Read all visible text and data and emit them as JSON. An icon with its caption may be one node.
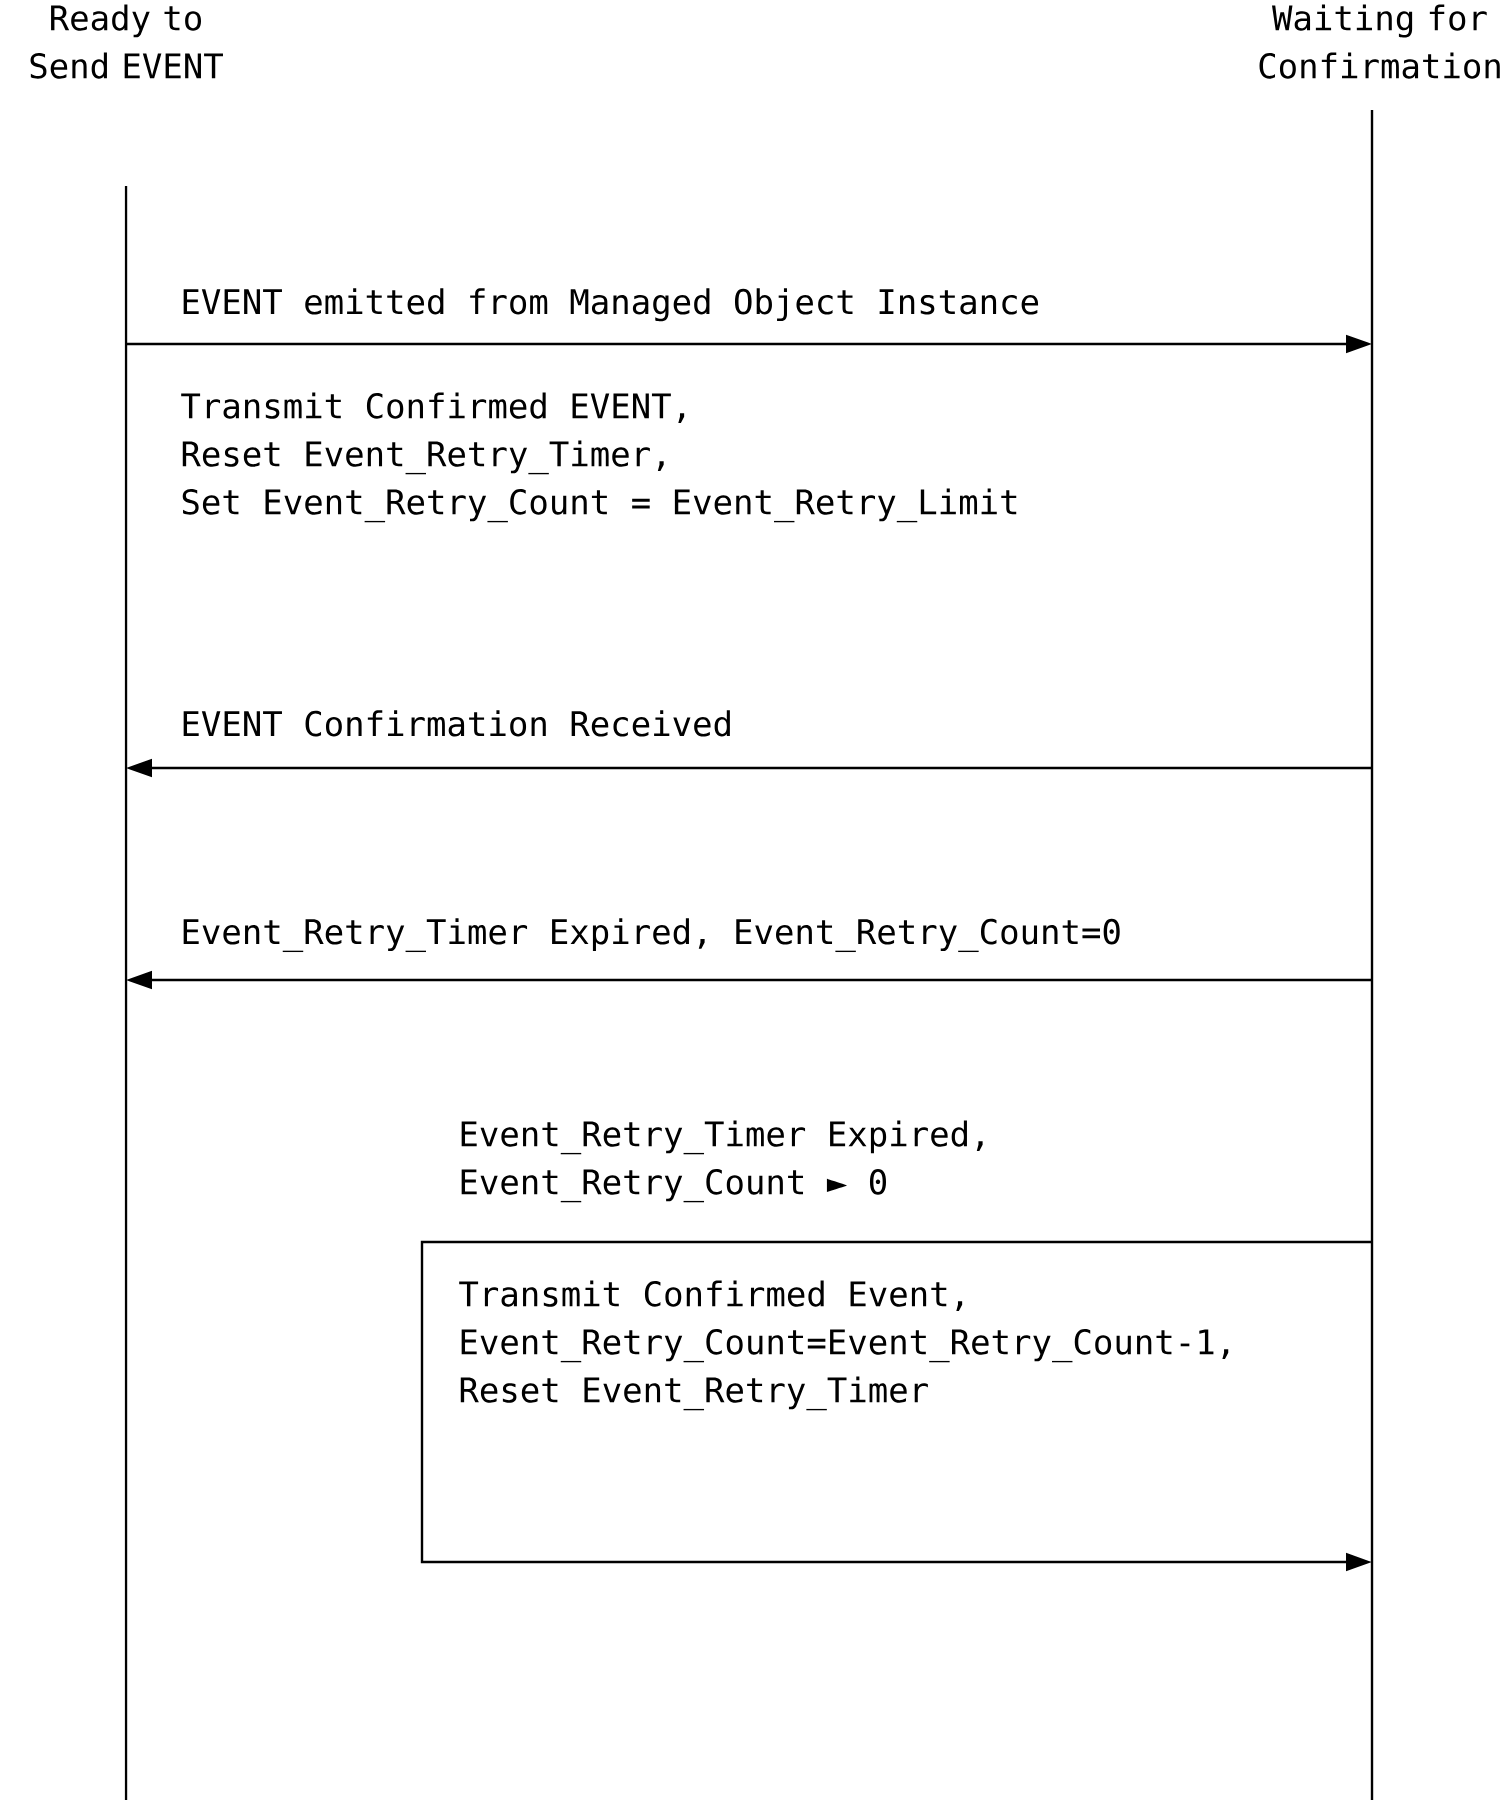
{
  "diagram": {
    "nodes": [
      {
        "text": [
          "Ready to Send EVENT"
        ]
      },
      {
        "text": [
          "Waiting for Confirmation"
        ]
      }
    ],
    "edges": [
      {
        "from": 0,
        "to": 1,
        "arrow": "to",
        "label": "EVENT emitted from Managed Object Instance"
      },
      {
        "from": 1,
        "to": 0,
        "arrow": "to",
        "label": "EVENT Confirmation Received"
      },
      {
        "from": 1,
        "to": 0,
        "arrow": "to",
        "label": "Event_Retry_Timer Expired, Event_Retry_Count=0"
      },
      {
        "from": 1,
        "to": 1,
        "arrow": "to",
        "label": "Event_Retry_Timer Expired, Event_Retry_Count ► 0"
      }
    ],
    "labels": [
      "Transmit Confirmed EVENT, Reset Event_Retry_Timer, Set Event_Retry_Count = Event_Retry_Limit",
      "Transmit Confirmed Event, Event_Retry_Count=Event_Retry_Count-1, Reset Event_Retry_Timer"
    ]
  }
}
